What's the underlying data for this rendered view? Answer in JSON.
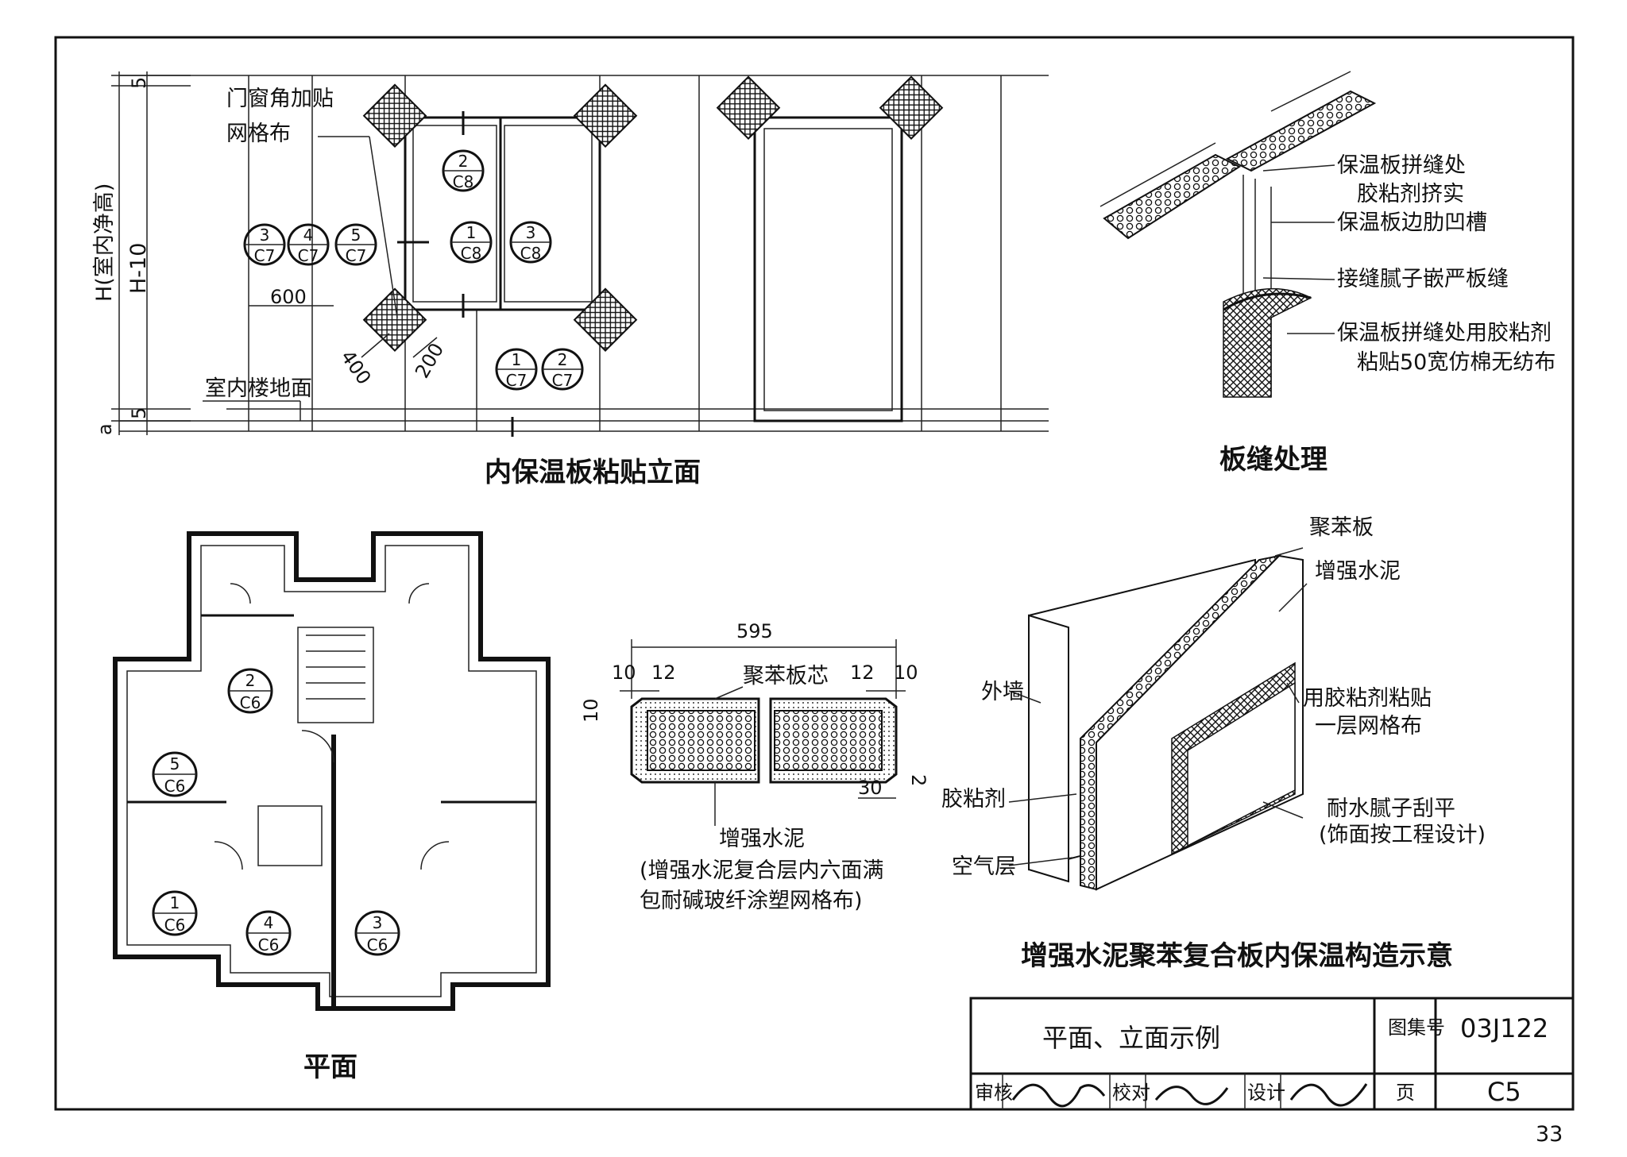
{
  "elevation": {
    "title": "内保温板粘贴立面",
    "label_corner_mesh": [
      "门窗角加贴",
      "网格布"
    ],
    "label_floor": "室内楼地面",
    "dim_600": "600",
    "dim_400": "400",
    "dim_200": "200",
    "dim_5_top": "5",
    "dim_5_bottom": "5",
    "dim_a": "a",
    "label_H": "H(室内净高)",
    "label_H10": "H-10",
    "refs": [
      {
        "num": "2",
        "sheet": "C8"
      },
      {
        "num": "3",
        "sheet": "C7"
      },
      {
        "num": "4",
        "sheet": "C7"
      },
      {
        "num": "5",
        "sheet": "C7"
      },
      {
        "num": "1",
        "sheet": "C8"
      },
      {
        "num": "3",
        "sheet": "C8"
      },
      {
        "num": "1",
        "sheet": "C7"
      },
      {
        "num": "2",
        "sheet": "C7"
      }
    ]
  },
  "joint": {
    "title": "板缝处理",
    "labels": [
      "保温板拼缝处",
      "胶粘剂挤实",
      "保温板边肋凹槽",
      "接缝腻子嵌严板缝",
      "保温板拼缝处用胶粘剂",
      "粘贴50宽仿棉无纺布"
    ]
  },
  "plan": {
    "title": "平面",
    "refs": [
      {
        "num": "2",
        "sheet": "C6"
      },
      {
        "num": "5",
        "sheet": "C6"
      },
      {
        "num": "1",
        "sheet": "C6"
      },
      {
        "num": "4",
        "sheet": "C6"
      },
      {
        "num": "3",
        "sheet": "C6"
      }
    ]
  },
  "section": {
    "dim_595": "595",
    "dim_10_left": "10",
    "dim_12_left": "12",
    "dim_12_right": "12",
    "dim_10_right": "10",
    "dim_10_vert": "10",
    "dim_30": "30",
    "dim_2": "2",
    "label_core": "聚苯板芯",
    "label_cement": "增强水泥",
    "note": [
      "(增强水泥复合层内六面满",
      "包耐碱玻纤涂塑网格布)"
    ]
  },
  "composite": {
    "title": "增强水泥聚苯复合板内保温构造示意",
    "labels": {
      "polystyrene": "聚苯板",
      "cement": "增强水泥",
      "outer_wall": "外墙",
      "mesh": [
        "用胶粘剂粘贴",
        "一层网格布"
      ],
      "adhesive": "胶粘剂",
      "putty": [
        "耐水腻子刮平",
        "(饰面按工程设计)"
      ],
      "air": "空气层"
    }
  },
  "title_block": {
    "drawing_title": "平面、立面示例",
    "atlas_label": "图集号",
    "atlas_no": "03J122",
    "review_label": "审核",
    "check_label": "校对",
    "design_label": "设计",
    "page_label": "页",
    "page_no": "C5"
  },
  "page_number": "33"
}
